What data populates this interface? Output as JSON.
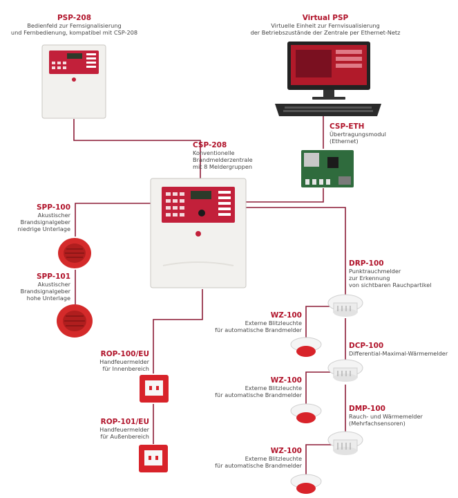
{
  "colors": {
    "wire": "#8b1a35",
    "accent": "#b0132a",
    "panel": "#f2f1ee",
    "module": "#c2203a"
  },
  "nodes": {
    "psp208": {
      "title": "PSP-208",
      "desc": "Bedienfeld zur Fernsignalisierung\nund Fernbedienung, kompatibel mit CSP-208"
    },
    "virtual_psp": {
      "title": "Virtual PSP",
      "desc": "Virtuelle Einheit zur Fernvisualisierung\nder Betriebszustände der Zentrale per Ethernet-Netz"
    },
    "csp_eth": {
      "title": "CSP-ETH",
      "desc": "Übertragungsmodul\n(Ethernet)"
    },
    "csp208": {
      "title": "CSP-208",
      "desc": "Konventionelle\nBrandmelderzentrale\nmit 8 Meldergruppen"
    },
    "spp100": {
      "title": "SPP-100",
      "desc": "Akustischer\nBrandsignalgeber\nniedrige Unterlage"
    },
    "spp101": {
      "title": "SPP-101",
      "desc": "Akustischer\nBrandsignalgeber\nhohe Unterlage"
    },
    "rop100": {
      "title": "ROP-100/EU",
      "desc": "Handfeuermelder\nfür Innenbereich"
    },
    "rop101": {
      "title": "ROP-101/EU",
      "desc": "Handfeuermelder\nfür Außenbereich"
    },
    "drp100": {
      "title": "DRP-100",
      "desc": "Punktrauchmelder\nzur Erkennung\nvon sichtbaren Rauchpartikel"
    },
    "dcp100": {
      "title": "DCP-100",
      "desc": "Differential-Maximal-Wärmemelder"
    },
    "dmp100": {
      "title": "DMP-100",
      "desc": "Rauch- und Wärmemelder\n(Mehrfachsensoren)"
    },
    "wz100_1": {
      "title": "WZ-100",
      "desc": "Externe Blitzleuchte\nfür automatische Brandmelder"
    },
    "wz100_2": {
      "title": "WZ-100",
      "desc": "Externe Blitzleuchte\nfür automatische Brandmelder"
    },
    "wz100_3": {
      "title": "WZ-100",
      "desc": "Externe Blitzleuchte\nfür automatische Brandmelder"
    }
  }
}
